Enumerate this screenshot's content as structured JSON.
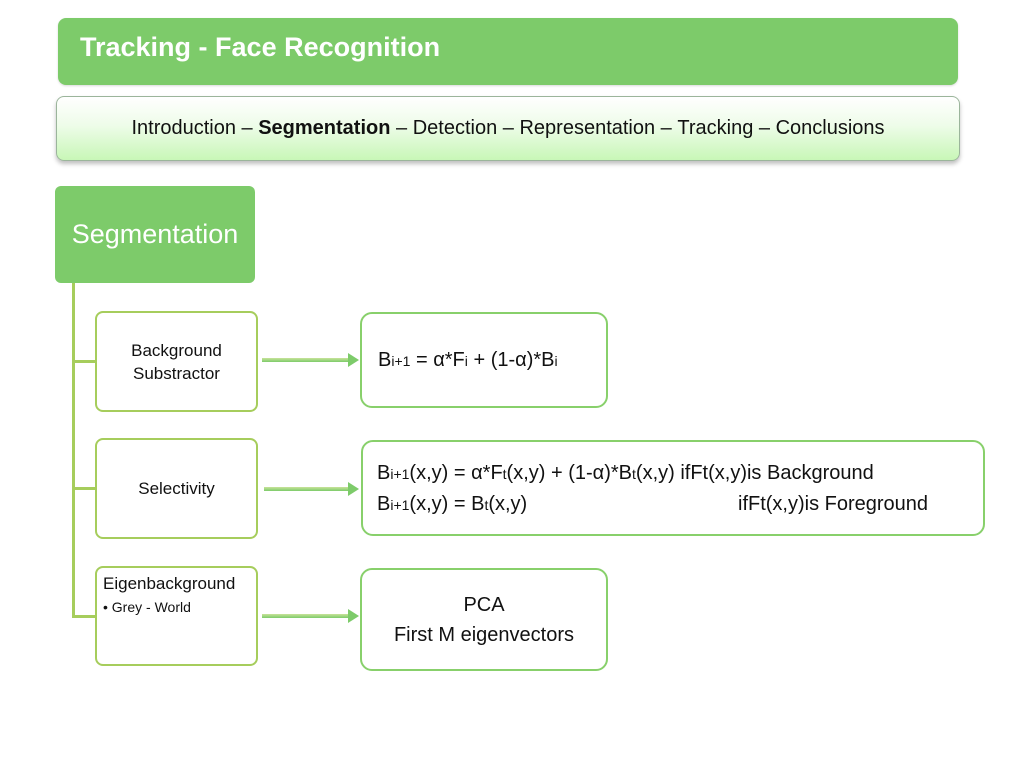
{
  "header": {
    "title": "Tracking - Face Recognition"
  },
  "nav": {
    "introduction": "Introduction",
    "segmentation": "Segmentation",
    "detection": "Detection",
    "representation": "Representation",
    "tracking": "Tracking",
    "conclusions": "Conclusions",
    "separator": " – "
  },
  "diagram": {
    "root_label": "Segmentation",
    "nodes": [
      {
        "label_line1": "Background",
        "label_line2": "Substractor",
        "formula": {
          "b": "B",
          "sub_i1": "i+1",
          "eq": " = α*F",
          "sub_i": "i",
          "rest": " + (1-α)*B",
          "sub_i_end": "i"
        }
      },
      {
        "label": "Selectivity",
        "formula_line1": {
          "b": "B",
          "sub_i1": "i+1",
          "a": "(x,y) = α*F",
          "sub_t": "t",
          "b2": "(x,y) + (1-α)*B",
          "sub_t2": "t",
          "c": "(x,y) ifFt(x,y)is Background"
        },
        "formula_line2": {
          "b": "B",
          "sub_i1": "i+1",
          "a": "(x,y) = B",
          "sub_t": "t",
          "b2": "(x,y)",
          "c": "ifFt(x,y)is Foreground"
        }
      },
      {
        "label": "Eigenbackground",
        "bullet": "• Grey - World",
        "result_line1": "PCA",
        "result_line2": "First M eigenvectors"
      }
    ]
  },
  "colors": {
    "accent_green": "#7dcb6a",
    "connector_green": "#a6cd5c",
    "border_green": "#88d06b"
  }
}
